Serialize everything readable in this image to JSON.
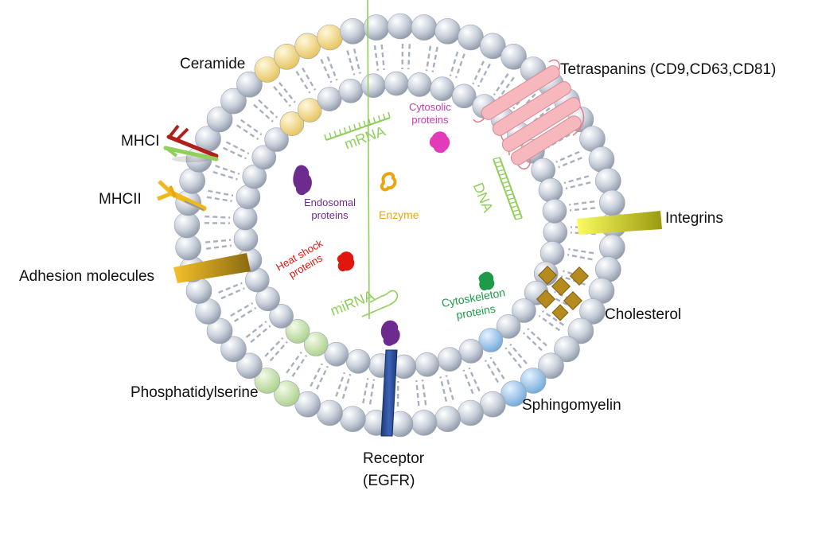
{
  "labels": {
    "ceramide": "Ceramide",
    "tetraspanins": "Tetraspanins (CD9,CD63,CD81)",
    "mhci": "MHCI",
    "mhcii": "MHCII",
    "integrins": "Integrins",
    "adhesion": "Adhesion molecules",
    "cholesterol": "Cholesterol",
    "phosphatidylserine": "Phosphatidylserine",
    "sphingomyelin": "Sphingomyelin",
    "receptor_line1": "Receptor",
    "receptor_line2": "(EGFR)"
  },
  "cargo": {
    "mrna": "mRNA",
    "cytosolic_1": "Cytosolic",
    "cytosolic_2": "proteins",
    "dna": "DNA",
    "endosomal_1": "Endosomal",
    "endosomal_2": "proteins",
    "enzyme": "Enzyme",
    "heatshock_1": "Heat shock",
    "heatshock_2": "proteins",
    "mirna": "miRNA",
    "cytoskeleton_1": "Cytoskeleton",
    "cytoskeleton_2": "proteins"
  },
  "colors": {
    "lipid_head": "#c9d0db",
    "ceramide": "#f3dc8c",
    "phosphatidylserine": "#cfe6b9",
    "sphingomyelin": "#9ec6ea",
    "tetraspanin": "#f6b8bd",
    "mhci": "#b0201a",
    "mhcii": "#f0b81a",
    "integrin": "#dada10",
    "adhesion": "#d7a519",
    "cholesterol": "#b58a1f",
    "receptor": "#2b4c94",
    "nucleic": "#8fcf5a",
    "cytosolic": "#e33ab9",
    "endosomal": "#6e2b8e",
    "enzyme": "#e8a712",
    "heatshock": "#e0160f",
    "cytoskeleton": "#1e9b4a"
  }
}
